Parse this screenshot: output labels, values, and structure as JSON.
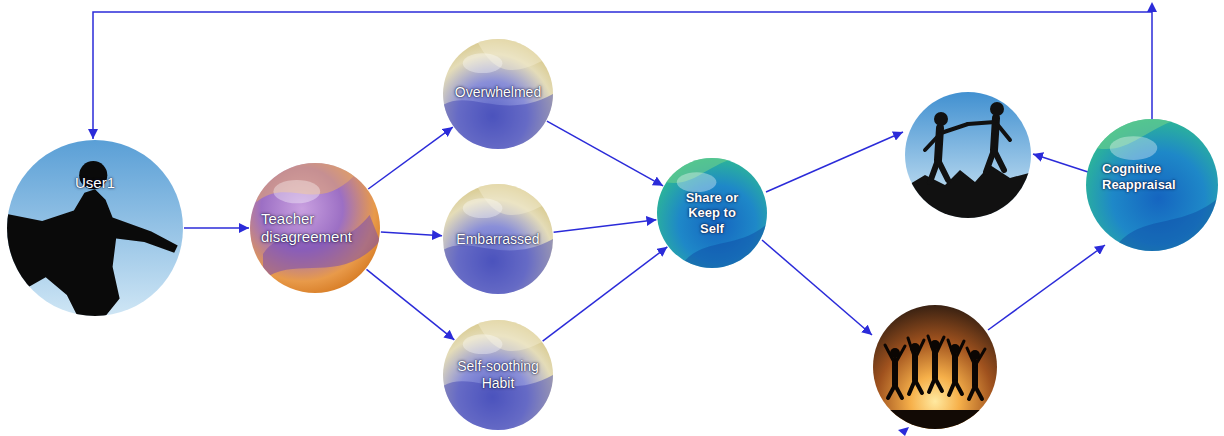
{
  "diagram": {
    "nodes": [
      {
        "text": [
          "User1"
        ]
      },
      {
        "text": [
          "Teacher disagreement"
        ]
      },
      {
        "text": [
          "Overwhelmed"
        ]
      },
      {
        "text": [
          "Embarrassed"
        ]
      },
      {
        "text": [
          "Self-soothing Habit"
        ]
      },
      {
        "text": [
          "Share or Keep to Self"
        ]
      },
      {
        "text": [
          "Cognitive Reappraisal"
        ]
      }
    ],
    "edges": [
      {
        "from": 0,
        "to": 1,
        "arrow": "to"
      },
      {
        "from": 1,
        "to": 2,
        "arrow": "to"
      },
      {
        "from": 1,
        "to": 3,
        "arrow": "to"
      },
      {
        "from": 1,
        "to": 4,
        "arrow": "to"
      },
      {
        "from": 2,
        "to": 5,
        "arrow": "to"
      },
      {
        "from": 3,
        "to": 5,
        "arrow": "to"
      },
      {
        "from": 4,
        "to": 5,
        "arrow": "to"
      },
      {
        "from": 6,
        "to": 0,
        "arrow": "to"
      }
    ]
  }
}
